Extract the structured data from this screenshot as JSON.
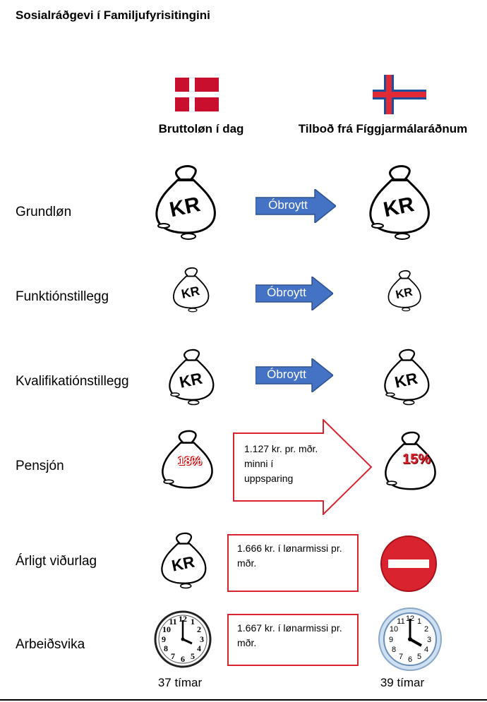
{
  "title": "Sosialráðgevi í Familjufyrisitingini",
  "columns": {
    "left": "Bruttoløn í dag",
    "right": "Tilboð frá Fíggjarmálaráðnum"
  },
  "rows": [
    {
      "label": "Grundløn",
      "arrow_text": "Óbroytt"
    },
    {
      "label": "Funktiónstillegg",
      "arrow_text": "Óbroytt"
    },
    {
      "label": "Kvalifikatiónstillegg",
      "arrow_text": "Óbroytt"
    },
    {
      "label": "Pensjón",
      "arrow_text": "1.127 kr. pr. mðr. minni í uppsparing",
      "left_badge": "18%",
      "right_badge": "15%"
    },
    {
      "label": "Árligt viðurlag",
      "box_text": "1.666 kr. í lønarmissi pr. mðr."
    },
    {
      "label": "Arbeiðsvika",
      "box_text": "1.667 kr. í lønarmissi pr. mðr."
    }
  ],
  "hours": {
    "left": "37 tímar",
    "right": "39 tímar"
  },
  "colors": {
    "arrow_blue": "#4472c4",
    "outline_red": "#d9232e",
    "denmark_red": "#c8102e",
    "faroe_blue": "#1b4f9c"
  },
  "icons": [
    "denmark-flag-icon",
    "faroe-flag-icon",
    "money-bag-icon",
    "clock-icon",
    "no-entry-icon"
  ]
}
